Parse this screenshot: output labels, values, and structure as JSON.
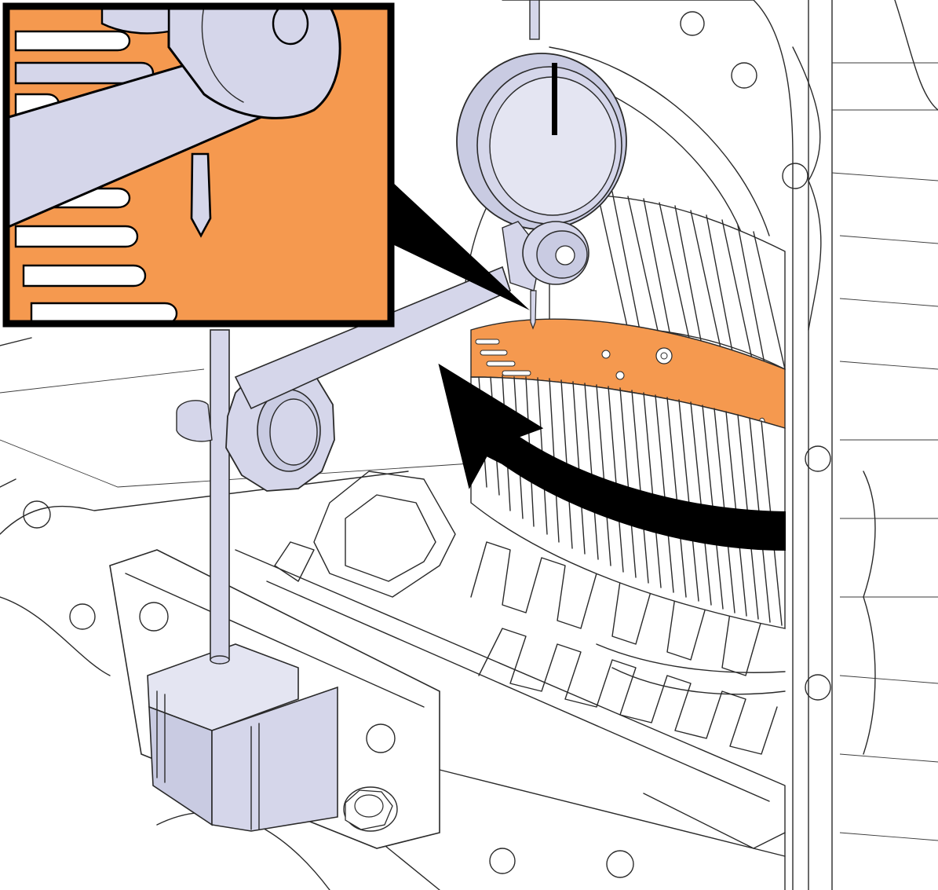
{
  "figure": {
    "description_text": "",
    "colors": {
      "highlight": "#f5994f",
      "tool_fill": "#d5d6ea",
      "tool_shade": "#b9bbd6",
      "housing_line": "#3a3a3a",
      "arrow": "#000000",
      "background": "#ffffff"
    },
    "parts": {
      "inset_detail": "zoom-inset",
      "dial_indicator": "dial-indicator",
      "magnetic_base": "magnetic-base",
      "ring_gear": "ring-gear",
      "rotation_arrow": "rotation-arrow",
      "transmission_housing": "housing-outline"
    }
  }
}
